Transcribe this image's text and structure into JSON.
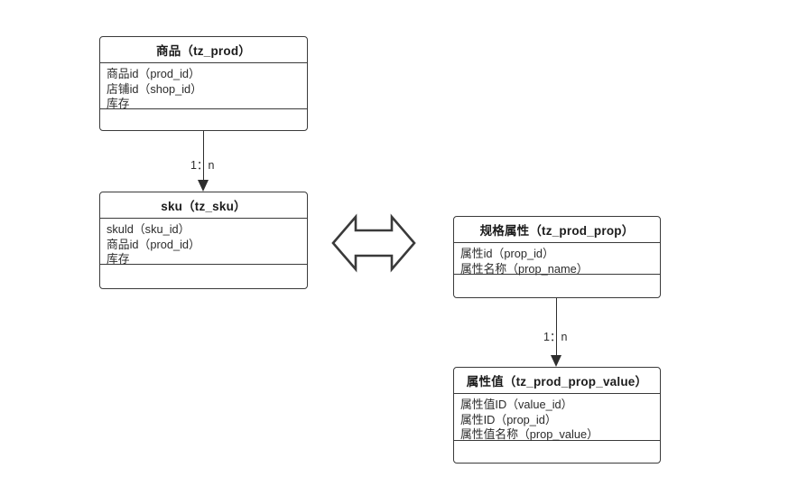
{
  "diagram": {
    "title_text": "",
    "entities": [
      {
        "id": "tz_prod",
        "header": "商品（tz_prod）",
        "fields": [
          "商品id（prod_id）",
          "店铺id（shop_id）",
          "库存"
        ]
      },
      {
        "id": "tz_sku",
        "header": "sku（tz_sku）",
        "fields": [
          "skuld（sku_id）",
          "商品id（prod_id）",
          "库存"
        ]
      },
      {
        "id": "tz_prod_prop",
        "header": "规格属性（tz_prod_prop）",
        "fields": [
          "属性id（prop_id）",
          "属性名称（prop_name）"
        ]
      },
      {
        "id": "tz_prod_prop_value",
        "header": "属性值（tz_prod_prop_value）",
        "fields": [
          "属性值ID（value_id）",
          "属性ID（prop_id）",
          "属性值名称（prop_value）"
        ]
      }
    ],
    "relations": [
      {
        "id": "prod-to-sku",
        "label": "1：n"
      },
      {
        "id": "prop-to-value",
        "label": "1：n"
      }
    ],
    "link_shape": {
      "name": "double-headed-arrow",
      "label": ""
    },
    "colors": {
      "border": "#3a3a3a",
      "text": "#1c1c1c",
      "field_text": "#2b2b2b",
      "connector": "#2e2e2e",
      "background": "#ffffff"
    }
  }
}
